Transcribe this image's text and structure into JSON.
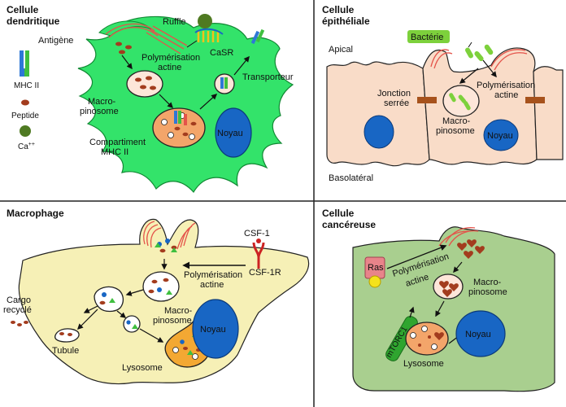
{
  "colors": {
    "dendritic": "#33e36a",
    "epithelial": "#f9dcc8",
    "macrophage": "#f6f0b6",
    "cancer": "#a9cf8f",
    "actin": "#e4534a",
    "peptide": "#a33c1e",
    "nucleus": "#1866c4",
    "mhc_blue": "#2e78d6",
    "mhc_green": "#3fbf3f",
    "casr": "#f2c21b",
    "calcium": "#4f7a22",
    "bacteria": "#7dd13c",
    "lysosome": "#f3a833",
    "csf": "#cc2222",
    "ras": "#e8848a",
    "mtorc": "#2fa52f",
    "sheet": "#fde6d9"
  },
  "panels": {
    "dendritic": {
      "title": [
        "Cellule",
        "dendritique"
      ],
      "ruffle": "Ruffle",
      "antigen": "Antigène",
      "polymerisation": [
        "Polymérisation",
        "actine"
      ],
      "casr": "CaSR",
      "transporter": "Transporteur",
      "macropinosome": [
        "Macro-",
        "pinosome"
      ],
      "nucleus": "Noyau",
      "compartment": [
        "Compartiment",
        "MHC II"
      ],
      "legend": {
        "mhc": "MHC II",
        "peptide": "Peptide",
        "calcium": "Ca",
        "calcium_sup": "++"
      }
    },
    "epithelial": {
      "title": [
        "Cellule",
        "épithéliale"
      ],
      "bacteria": "Bactérie",
      "apical": "Apical",
      "junction": [
        "Jonction",
        "serrée"
      ],
      "polymerisation": [
        "Polymérisation",
        "actine"
      ],
      "macropinosome": [
        "Macro-",
        "pinosome"
      ],
      "nucleus": "Noyau",
      "basolateral": "Basolatéral"
    },
    "macrophage": {
      "title": "Macrophage",
      "csf1": "CSF-1",
      "csf1r": "CSF-1R",
      "polymerisation": [
        "Polymérisation",
        "actine"
      ],
      "cargo": [
        "Cargo",
        "recyclé"
      ],
      "macropinosome": [
        "Macro-",
        "pinosome"
      ],
      "nucleus": "Noyau",
      "tubule": "Tubule",
      "lysosome": "Lysosome"
    },
    "cancer": {
      "title": [
        "Cellule",
        "cancéreuse"
      ],
      "ras": "Ras",
      "polymerisation": [
        "Polymérisation",
        "actine"
      ],
      "macropinosome": [
        "Macro-",
        "pinosome"
      ],
      "nucleus": "Noyau",
      "mtorc": "mTORC1",
      "lysosome": "Lysosome"
    }
  }
}
